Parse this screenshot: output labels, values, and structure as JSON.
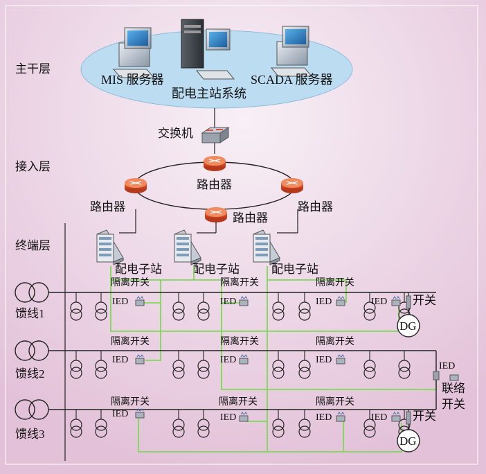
{
  "layers": {
    "backbone": "主干层",
    "access": "接入层",
    "terminal": "终端层"
  },
  "servers": {
    "mis": "MIS 服务器",
    "master": "配电主站系统",
    "scada": "SCADA 服务器"
  },
  "network": {
    "switch": "交换机",
    "router": "路由器"
  },
  "substation": "配电子站",
  "feeders": [
    "馈线1",
    "馈线2",
    "馈线3"
  ],
  "device": {
    "isolator": "隔离开关",
    "ied": "IED",
    "switch": "开关",
    "dg": "DG",
    "tie_line1": "联络",
    "tie_line2": "开关"
  },
  "colors": {
    "background": "#ecd3e5",
    "cloud": "#bcdcf2",
    "green_link": "#7ed957",
    "router": "#e0643a",
    "bus": "#222222"
  }
}
